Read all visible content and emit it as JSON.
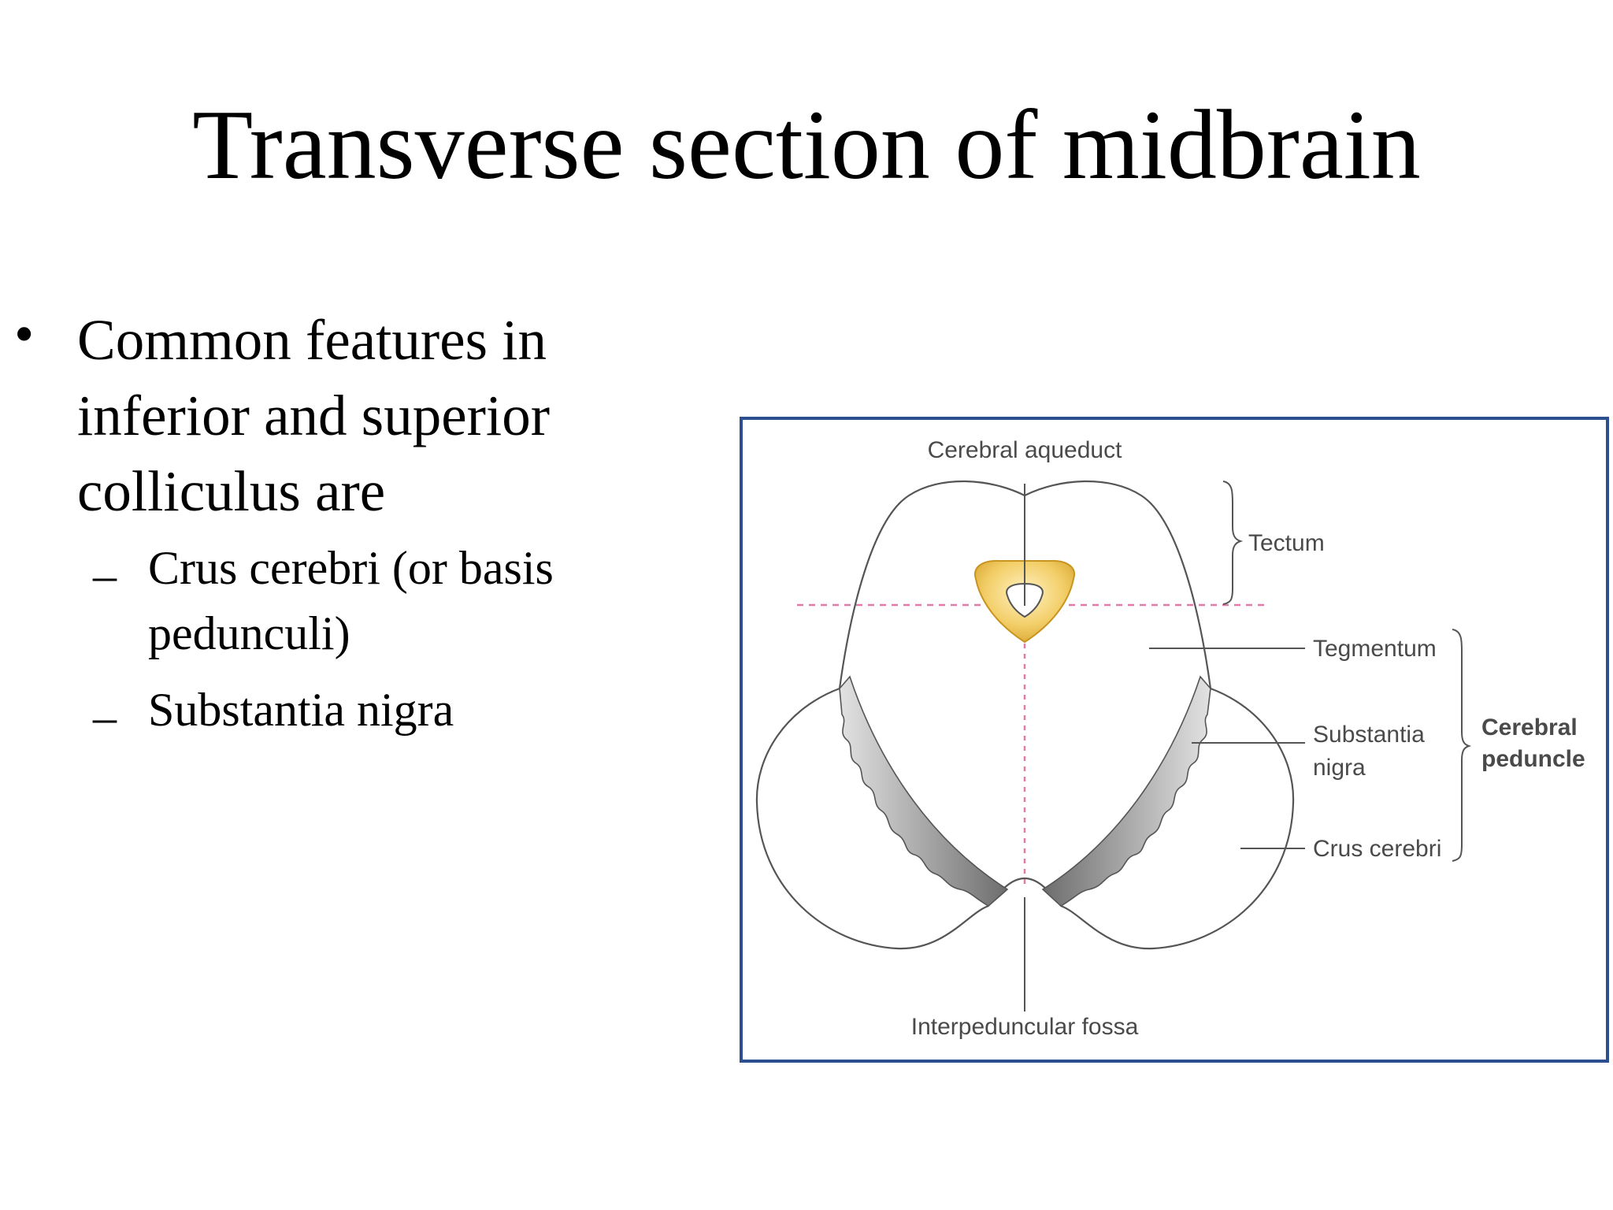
{
  "slide": {
    "title": "Transverse section of midbrain",
    "bullet": {
      "marker": "•",
      "text": "Common features in inferior and superior colliculus are"
    },
    "sub_items": [
      {
        "marker": "–",
        "text": "Crus cerebri (or basis pedunculi)"
      },
      {
        "marker": "–",
        "text": "Substantia nigra"
      }
    ]
  },
  "figure": {
    "labels": {
      "cerebral_aqueduct": "Cerebral aqueduct",
      "tectum": "Tectum",
      "tegmentum": "Tegmentum",
      "substantia_nigra_line1": "Substantia",
      "substantia_nigra_line2": "nigra",
      "crus_cerebri": "Crus cerebri",
      "cerebral_peduncle_line1": "Cerebral",
      "cerebral_peduncle_line2": "peduncle",
      "interpeduncular_fossa": "Interpeduncular fossa"
    },
    "colors": {
      "frame_border": "#2e4f8f",
      "outline": "#555555",
      "aqueduct_fill": "#f0c040",
      "substantia_nigra_fill": "#9a9a9a",
      "guide_line": "#e07aa8"
    }
  }
}
